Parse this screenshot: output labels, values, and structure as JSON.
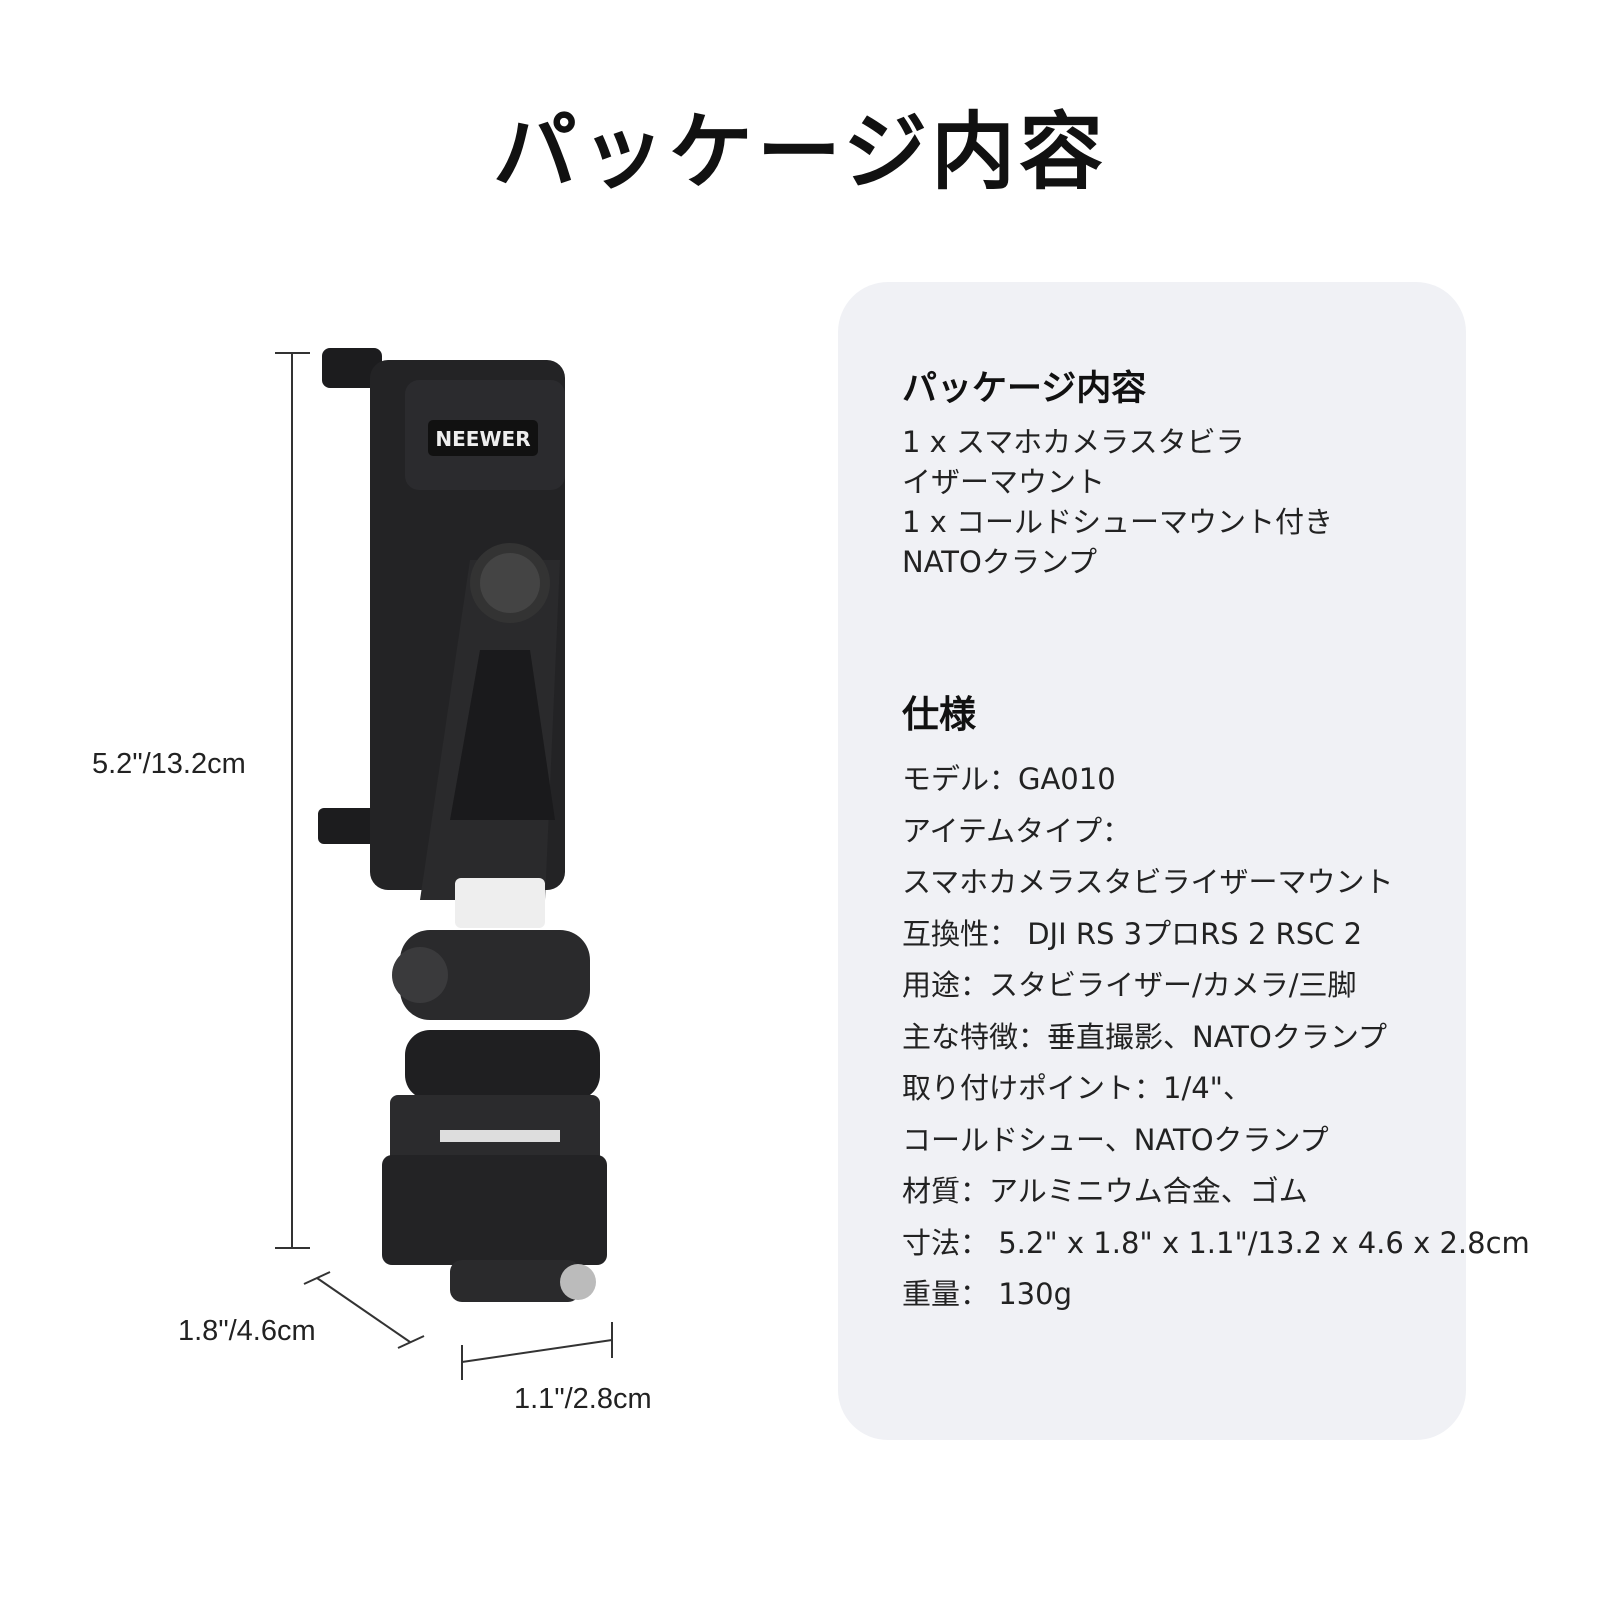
{
  "title": "パッケージ内容",
  "panel": {
    "package_heading": "パッケージ内容",
    "package_items": [
      "1 x スマホカメラスタビラ",
      "イザーマウント",
      "1 x コールドシューマウント付き",
      "NATOクランプ"
    ],
    "spec_heading": "仕様",
    "spec_lines": [
      "モデル：GA010",
      "アイテムタイプ：",
      "スマホカメラスタビライザーマウント",
      "互換性： DJI RS 3プロRS 2 RSC 2",
      "用途：スタビライザー/カメラ/三脚",
      "主な特徴：垂直撮影、NATOクランプ",
      "取り付けポイント：1/4\"、",
      "コールドシュー、NATOクランプ",
      "材質：アルミニウム合金、ゴム",
      "寸法： 5.2\" x 1.8\" x 1.1\"/13.2 x 4.6 x 2.8cm",
      "重量： 130g"
    ]
  },
  "dimensions": {
    "height": "5.2\"/13.2cm",
    "depth": "1.8\"/4.6cm",
    "width": "1.1\"/2.8cm"
  },
  "product": {
    "brand": "NEEWER"
  }
}
